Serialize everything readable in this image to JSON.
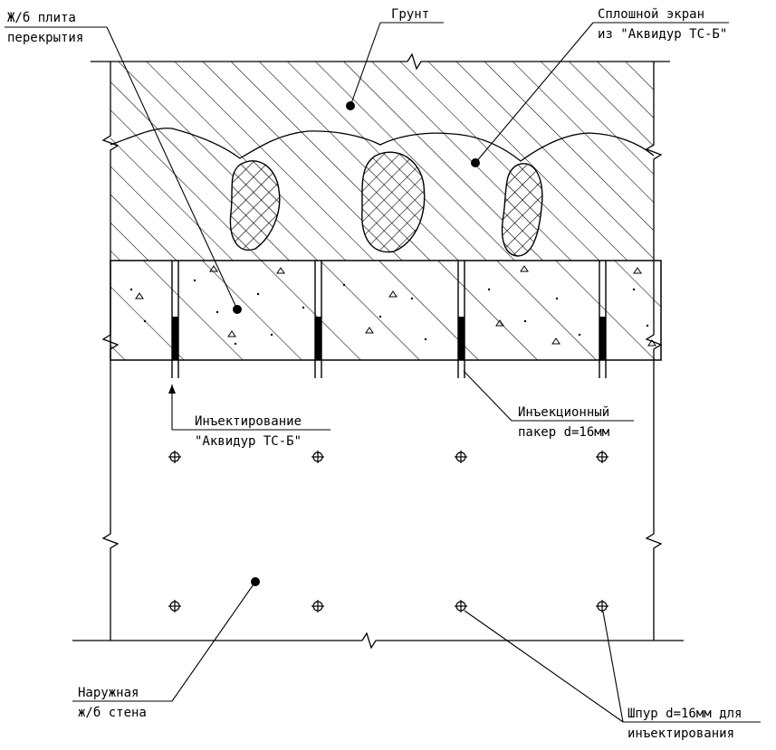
{
  "labels": {
    "slab_line1": "Ж/б плита",
    "slab_line2": "перекрытия",
    "soil": "Грунт",
    "screen_line1": "Сплошной экран",
    "screen_line2": "из \"Аквидур ТС-Б\"",
    "injection_line1": "Инъектирование",
    "injection_line2": "\"Аквидур ТС-Б\"",
    "packer_line1": "Инъекционный",
    "packer_line2": "пакер d=16мм",
    "wall_line1": "Наружная",
    "wall_line2": "ж/б стена",
    "bore_line1": "Шпур d=16мм для",
    "bore_line2": "инъектирования"
  },
  "colors": {
    "line": "#000000",
    "paper": "#ffffff"
  }
}
